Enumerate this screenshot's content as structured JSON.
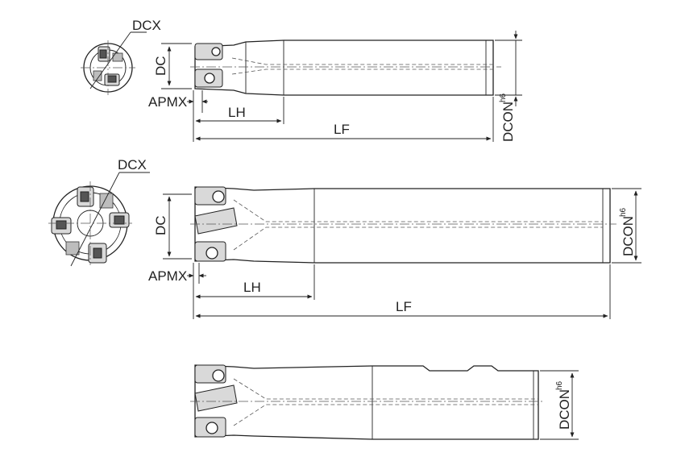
{
  "labels": {
    "dcx": "DCX",
    "dc": "DC",
    "apmx": "APMX",
    "lh": "LH",
    "lf": "LF",
    "dcon": "DCON",
    "tolerance": "h6"
  },
  "colors": {
    "line": "#222222",
    "insert": "#d9d9d9",
    "background": "#ffffff"
  }
}
